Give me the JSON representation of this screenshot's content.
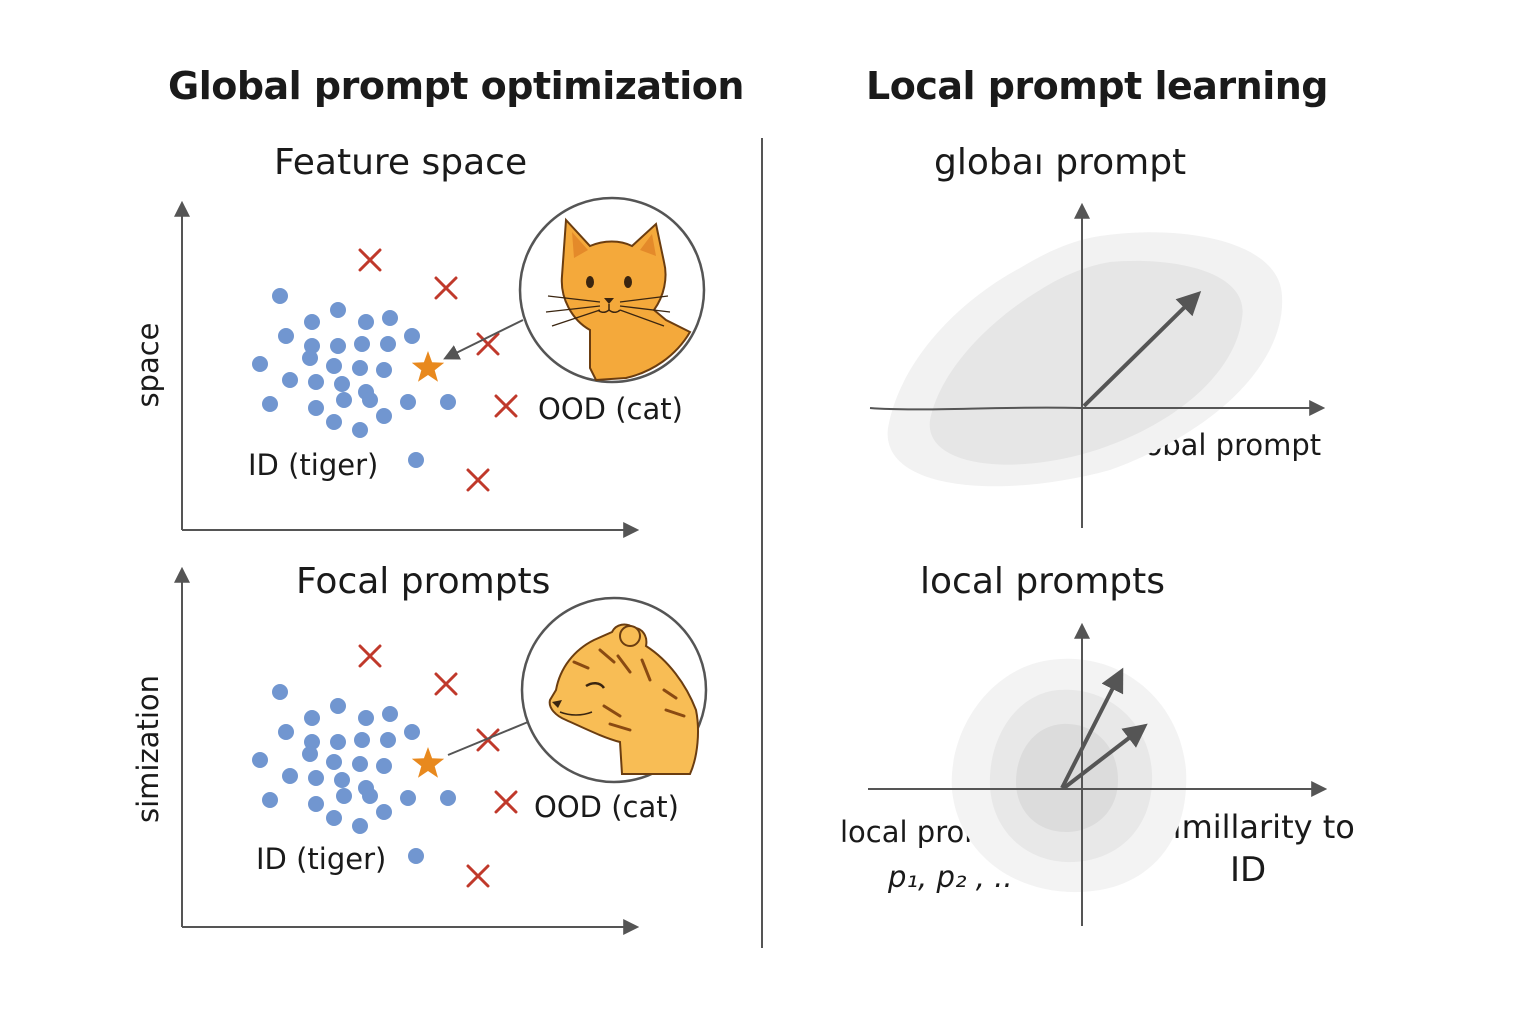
{
  "left_panel": {
    "title": "Global prompt optimization",
    "top_plot": {
      "subtitle": "Feature space",
      "y_axis_label": "space",
      "id_label": "ID (tiger)",
      "ood_label": "OOD (cat)",
      "inset_animal": "cat-face-icon"
    },
    "bottom_plot": {
      "subtitle": "Focal prompts",
      "y_axis_label": "simization",
      "id_label": "ID (tiger)",
      "ood_label": "OOD (cat)",
      "inset_animal": "tiger-head-icon"
    }
  },
  "right_panel": {
    "title": "Local prompt learning",
    "top_plot": {
      "subtitle": "globaı prompt",
      "x_axis_label": "global prompt"
    },
    "bottom_plot": {
      "subtitle": "local prompts",
      "left_label_line1": "local prompts",
      "left_label_line2": "p₁, p₂ , ..",
      "x_axis_label_line1": "simillarity to",
      "x_axis_label_line2": "ID"
    }
  },
  "colors": {
    "id_points": "#7196d0",
    "ood_marks": "#c0392b",
    "star": "#e8891e",
    "cat_fur": "#f4a93b",
    "tiger_fur": "#f8bd55",
    "axis": "#555555",
    "shade": "#bbbbbb"
  }
}
